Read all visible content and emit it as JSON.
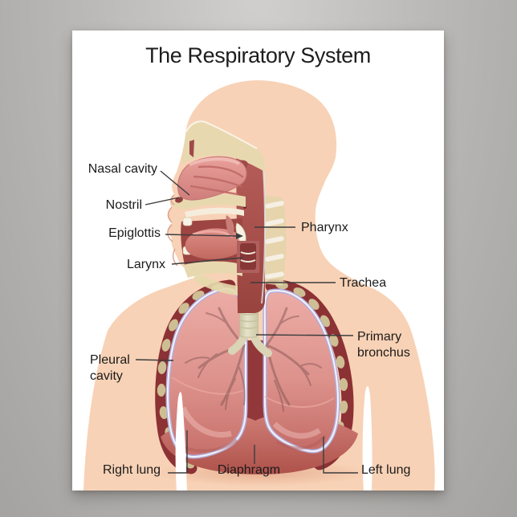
{
  "poster": {
    "title": "The Respiratory System",
    "labels": [
      {
        "id": "nasal-cavity",
        "text": "Nasal cavity",
        "side": "left"
      },
      {
        "id": "nostril",
        "text": "Nostril",
        "side": "left"
      },
      {
        "id": "epiglottis",
        "text": "Epiglottis",
        "side": "left"
      },
      {
        "id": "larynx",
        "text": "Larynx",
        "side": "left"
      },
      {
        "id": "pharynx",
        "text": "Pharynx",
        "side": "right"
      },
      {
        "id": "trachea",
        "text": "Trachea",
        "side": "right"
      },
      {
        "id": "primary-bronchus",
        "text": "Primary bronchus",
        "side": "right"
      },
      {
        "id": "pleural-cavity",
        "text": "Pleural cavity",
        "side": "left"
      },
      {
        "id": "right-lung",
        "text": "Right lung",
        "side": "bottom"
      },
      {
        "id": "diaphragm",
        "text": "Diaphragm",
        "side": "bottom"
      },
      {
        "id": "left-lung",
        "text": "Left lung",
        "side": "bottom"
      }
    ],
    "palette": {
      "background_gray": "#b2b0ae",
      "poster_white": "#ffffff",
      "body_skin": "#f8d2b6",
      "lung_pink": "#e5a09a",
      "lung_deep": "#c76f6a",
      "pleura_lavender": "#b4aedb",
      "pleural_cavity_red": "#8c3134",
      "rib_tan": "#cebe93",
      "bone_tan": "#e8d8b0",
      "trachea_cream": "#dcd8ba",
      "mucosa_red": "#a04a48",
      "label_text": "#1b1b1b"
    }
  }
}
